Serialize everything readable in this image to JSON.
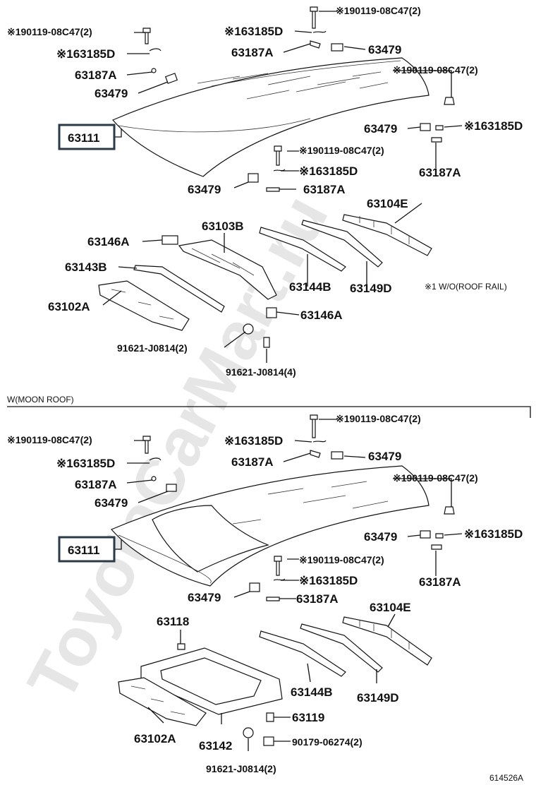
{
  "watermark": "ToyotaCarMart.ru",
  "figure_id": "614526A",
  "note_roof_rail": "※1 W/O(ROOF RAIL)",
  "section_moon_roof": "W(MOON ROOF)",
  "top": {
    "roof_panel": "63111",
    "screw_nw": "※190119-08C47(2)",
    "clip_nw": "※163185D",
    "bracket_nw": "63187A",
    "pad_nw": "63479",
    "screw_n": "※190119-08C47(2)",
    "clip_n": "※163185D",
    "bracket_n": "63187A",
    "pad_n": "63479",
    "screw_e": "※190119-08C47(2)",
    "pad_e": "63479",
    "clip_e": "※163185D",
    "bracket_e": "63187A",
    "screw_c": "※190119-08C47(2)",
    "clip_c": "※163185D",
    "pad_c": "63479",
    "bracket_c": "63187A",
    "bow_rear": "63104E",
    "bow_front": "63103B",
    "spacer_a": "63146A",
    "bow_143b": "63143B",
    "bow_144b": "63144B",
    "bow_149d": "63149D",
    "header": "63102A",
    "spacer_b": "63146A",
    "nut_a": "91621-J0814(2)",
    "nut_b": "91621-J0814(4)"
  },
  "bottom": {
    "roof_panel": "63111",
    "screw_nw": "※190119-08C47(2)",
    "clip_nw": "※163185D",
    "bracket_nw": "63187A",
    "pad_nw": "63479",
    "screw_n": "※190119-08C47(2)",
    "clip_n": "※163185D",
    "bracket_n": "63187A",
    "pad_n": "63479",
    "screw_e": "※190119-08C47(2)",
    "pad_e": "63479",
    "clip_e": "※163185D",
    "bracket_e": "63187A",
    "screw_c": "※190119-08C47(2)",
    "clip_c": "※163185D",
    "pad_c": "63479",
    "bracket_c": "63187A",
    "bow_rear": "63104E",
    "seal": "63118",
    "bow_144b": "63144B",
    "bow_149d": "63149D",
    "header": "63102A",
    "frame": "63142",
    "clip_119": "63119",
    "nut_c": "90179-06274(2)",
    "nut_d": "91621-J0814(2)"
  }
}
